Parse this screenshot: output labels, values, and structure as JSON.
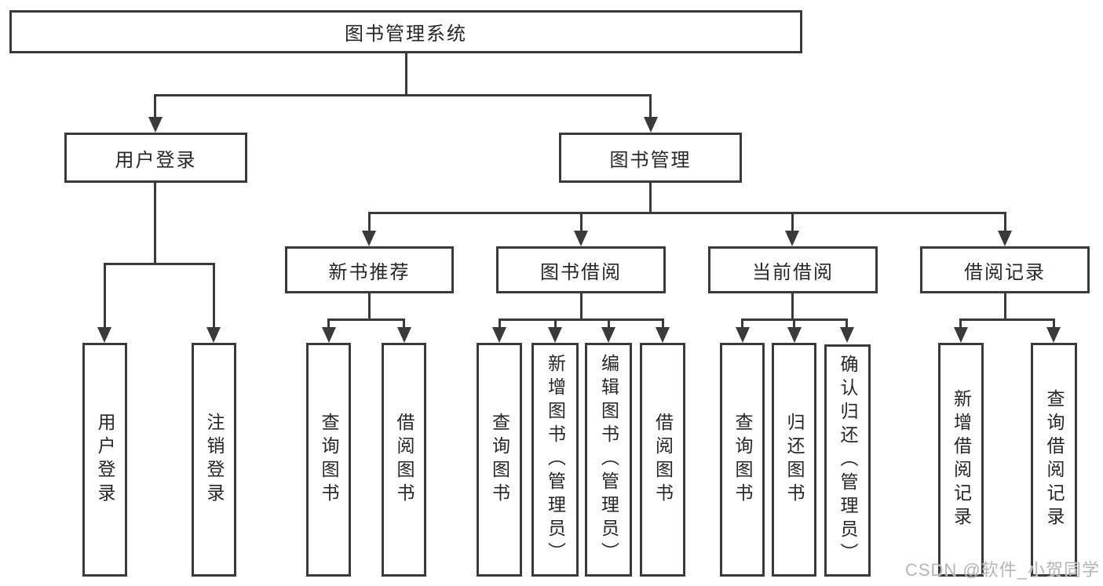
{
  "tree": {
    "root": {
      "label": "图书管理系统",
      "children": [
        {
          "label": "用户登录",
          "children": [
            {
              "label": "用户登录"
            },
            {
              "label": "注销登录"
            }
          ]
        },
        {
          "label": "图书管理",
          "children": [
            {
              "label": "新书推荐",
              "children": [
                {
                  "label": "查询图书"
                },
                {
                  "label": "借阅图书"
                }
              ]
            },
            {
              "label": "图书借阅",
              "children": [
                {
                  "label": "查询图书"
                },
                {
                  "label": "新增图书（管理员）"
                },
                {
                  "label": "编辑图书（管理员）"
                },
                {
                  "label": "借阅图书"
                }
              ]
            },
            {
              "label": "当前借阅",
              "children": [
                {
                  "label": "查询图书"
                },
                {
                  "label": "归还图书"
                },
                {
                  "label": "确认归还（管理员）"
                }
              ]
            },
            {
              "label": "借阅记录",
              "children": [
                {
                  "label": "新增借阅记录"
                },
                {
                  "label": "查询借阅记录"
                }
              ]
            }
          ]
        }
      ]
    }
  },
  "watermark": {
    "text": "CSDN @软件_小贺同学",
    "color": "#b5b5b5"
  },
  "colors": {
    "line": "#3a3a3a",
    "box_border": "#3a3a3a",
    "text": "#262626",
    "background": "#ffffff"
  }
}
